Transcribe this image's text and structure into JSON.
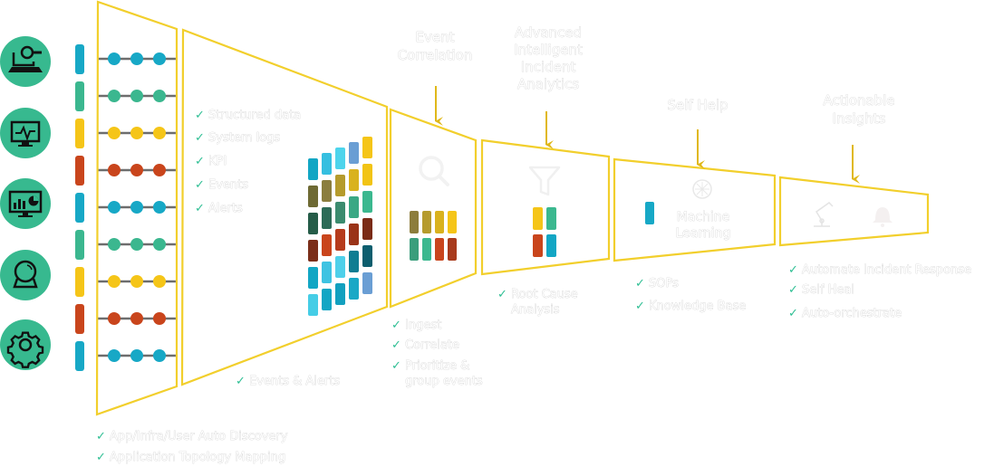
{
  "colors": {
    "accent_green": "#37b98f",
    "panel_outline": "#f2cf2c",
    "check_mark": "#2fbf94",
    "teal": "#17a8c6",
    "green": "#3bb78f",
    "yellow": "#f5c518",
    "orange": "#c9451c"
  },
  "source_icons": [
    {
      "name": "laptop-search-icon"
    },
    {
      "name": "monitor-pulse-icon"
    },
    {
      "name": "monitor-analytics-icon"
    },
    {
      "name": "crystal-ball-icon"
    },
    {
      "name": "gear-icon"
    }
  ],
  "rows": [
    "teal",
    "green",
    "yellow",
    "orange",
    "teal",
    "green",
    "yellow",
    "orange",
    "teal"
  ],
  "stage1": {
    "items": [
      "App/Infra/User Auto Discovery",
      "Application Topology Mapping"
    ]
  },
  "stage2": {
    "items": [
      "Structured data",
      "System logs",
      "KPI",
      "Events",
      "Alerts"
    ],
    "footer_item": "Events & Alerts"
  },
  "stage3": {
    "title_lines": [
      "Event",
      "Correlation"
    ],
    "icon": "search-icon",
    "items": [
      "Ingest",
      "Correlate",
      "Prioritize &"
    ],
    "item_continuation": "group events"
  },
  "stage4": {
    "title_lines": [
      "Advanced",
      "Intelligent",
      "Incident",
      "Analytics"
    ],
    "icon": "funnel-icon",
    "items": [
      "Root Cause"
    ],
    "item_continuation": "Analysis"
  },
  "stage5": {
    "title_lines": [
      "Self Help"
    ],
    "icon": "brain-icon",
    "inner_label_lines": [
      "Machine",
      "Learning"
    ],
    "items": [
      "SOPs",
      "Knowledge Base"
    ]
  },
  "stage6": {
    "title_lines": [
      "Actionable",
      "Insights"
    ],
    "icons": [
      "robot-arm-icon",
      "bell-icon"
    ],
    "items": [
      "Automate Incident Response",
      "Self Heal",
      "Auto-orchestrate"
    ]
  },
  "check_glyph": "✓"
}
